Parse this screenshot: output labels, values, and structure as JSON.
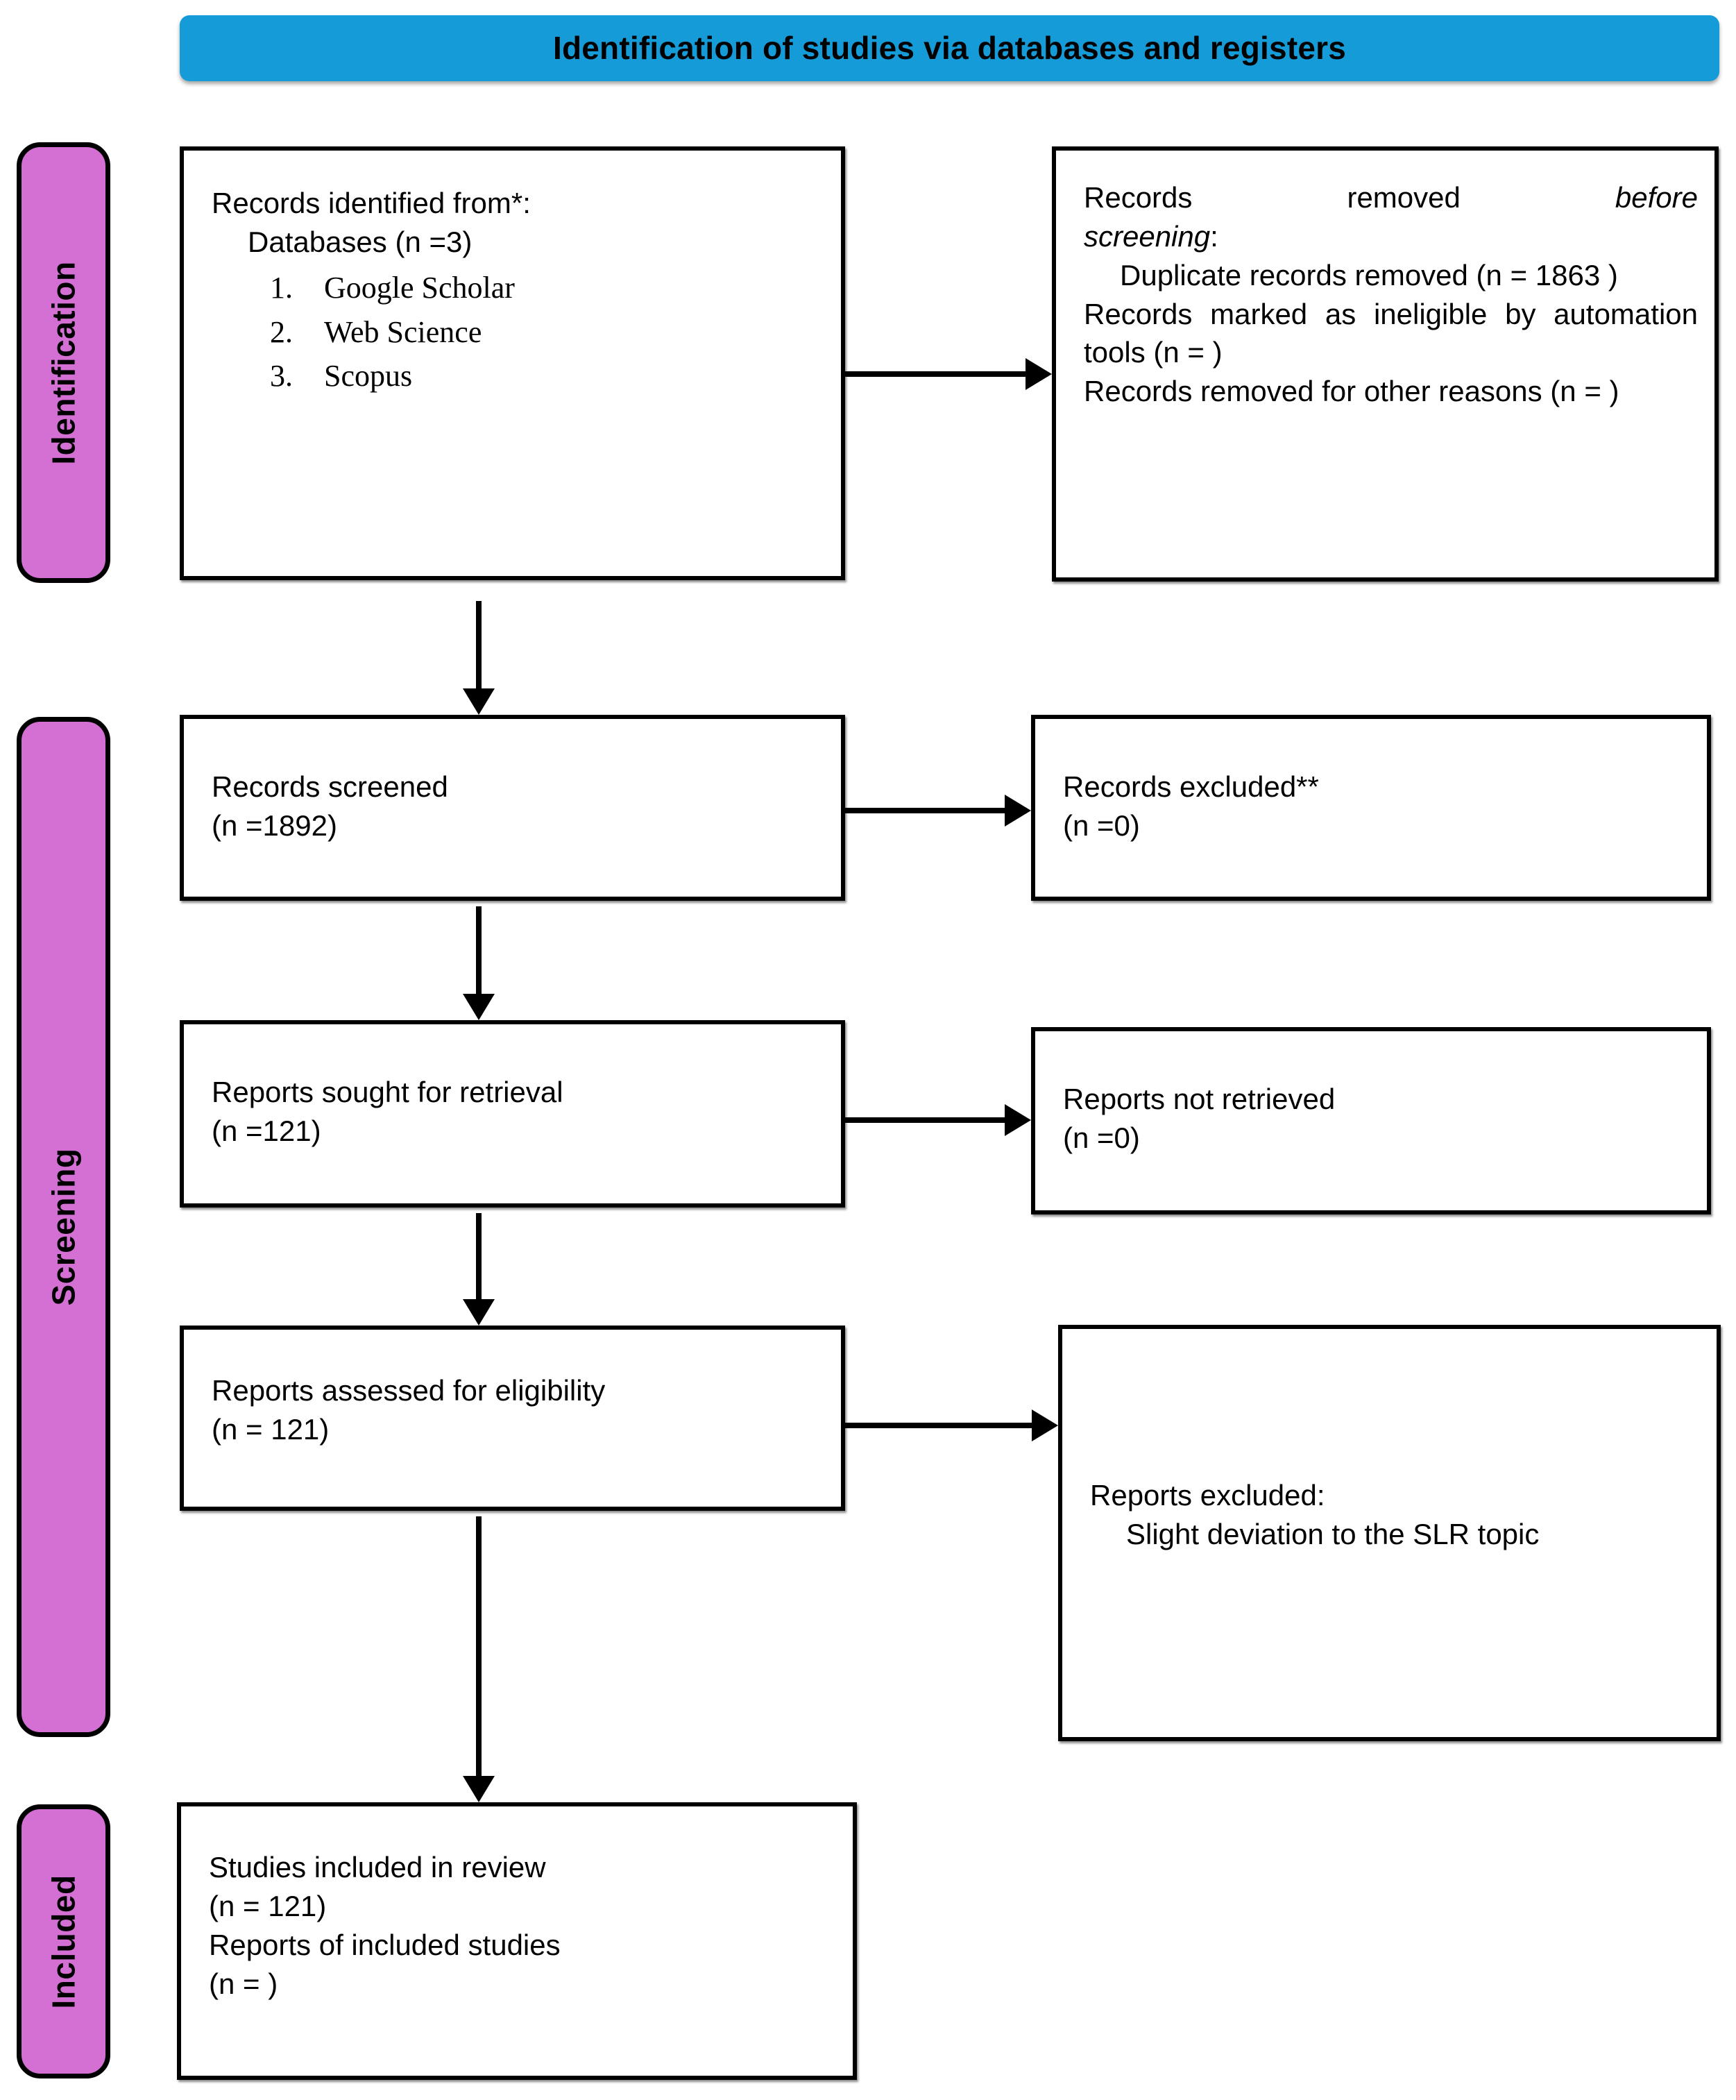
{
  "banner": {
    "title": "Identification of studies via databases and registers",
    "color": "#159BD7"
  },
  "phases": {
    "identification": "Identification",
    "screening": "Screening",
    "included": "Included",
    "color": "#D470D4"
  },
  "boxes": {
    "identified": {
      "heading": "Records identified from*:",
      "subline": "Databases (n =3)",
      "databases": [
        "Google Scholar",
        "Web Science",
        "Scopus"
      ]
    },
    "removed": {
      "line1_a": "Records",
      "line1_b": "removed",
      "line1_c": "before",
      "line2": "screening",
      "line2_colon": ":",
      "item1": "Duplicate records removed  (n = 1863 )",
      "item2": "Records marked as ineligible by automation tools (n = )",
      "item3": "Records removed for other reasons (n = )"
    },
    "screened": {
      "line1": "Records screened",
      "line2": "(n =1892)"
    },
    "excluded": {
      "line1": "Records excluded**",
      "line2": "(n =0)"
    },
    "sought": {
      "line1": "Reports sought for retrieval",
      "line2": "(n =121)"
    },
    "not_retrieved": {
      "line1": "Reports not retrieved",
      "line2": "(n =0)"
    },
    "assessed": {
      "line1": "Reports assessed for eligibility",
      "line2": "(n = 121)"
    },
    "reports_excluded": {
      "line1": "Reports excluded:",
      "reason": "Slight deviation to the SLR topic"
    },
    "included": {
      "line1": "Studies included in review",
      "line2": "(n = 121)",
      "line3": "Reports of included studies",
      "line4": "(n = )"
    }
  }
}
